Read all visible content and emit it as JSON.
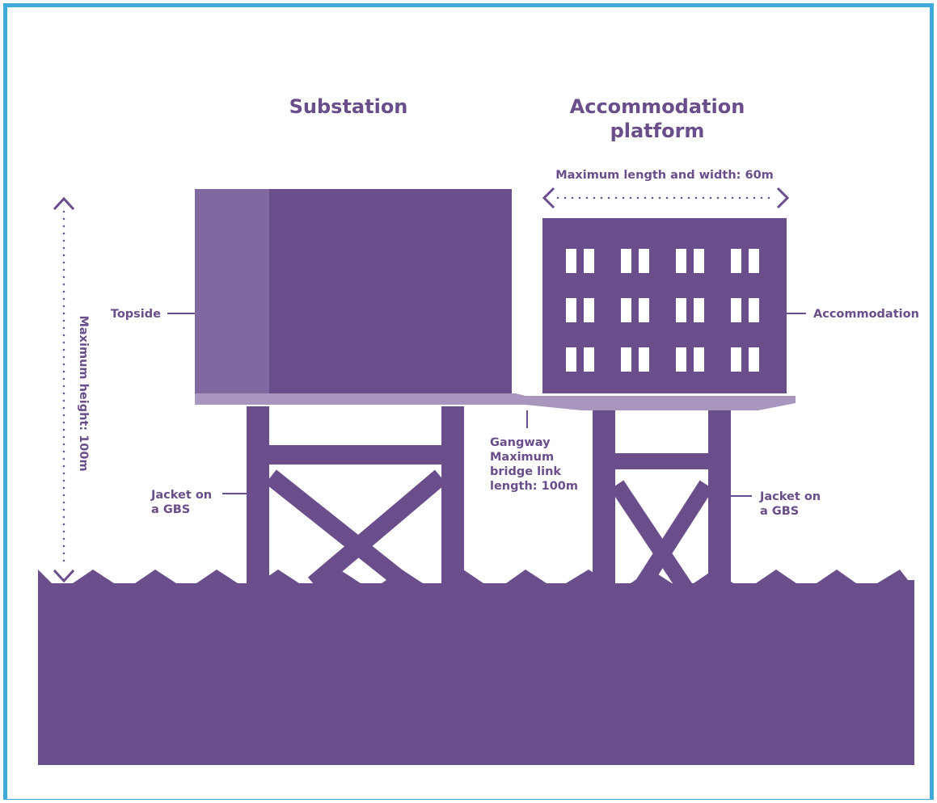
{
  "titles": {
    "substation": "Substation",
    "accommodation_line1": "Accommodation",
    "accommodation_line2": "platform"
  },
  "labels": {
    "max_length_width": "Maximum length and width: 60m",
    "max_height": "Maximum height: 100m",
    "topside": "Topside",
    "accommodation": "Accommodation",
    "gangway_lines": [
      "Gangway",
      "Maximum",
      "bridge link",
      "length: 100m"
    ],
    "jacket_left_lines": [
      "Jacket on",
      "a GBS"
    ],
    "jacket_right_lines": [
      "Jacket on",
      "a GBS"
    ]
  },
  "colors": {
    "frame": "#3fa9dd",
    "primary": "#6a4d8b",
    "topside_light": "#8068a0",
    "deck": "#a896bf",
    "background": "#ffffff"
  }
}
